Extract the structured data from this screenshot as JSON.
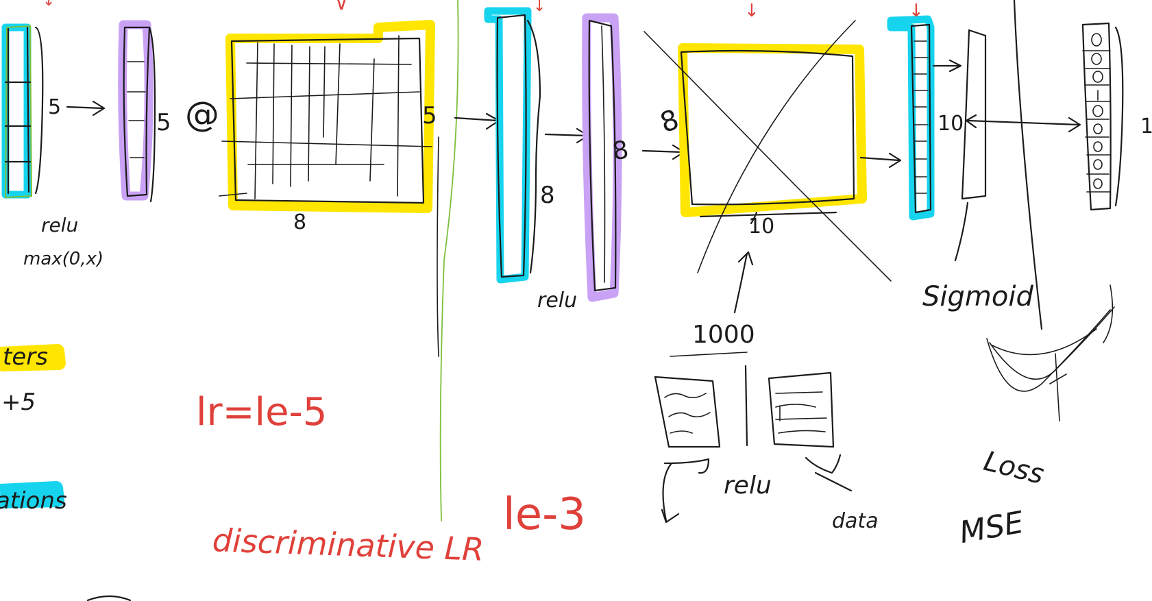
{
  "notes": {
    "dim_5_a": "5",
    "dim_5_b": "5",
    "dim_5_c": "5",
    "dim_8_a": "8",
    "dim_8_b": "8",
    "dim_8_c": "8",
    "dim_8_d": "8",
    "dim_10_a": "10",
    "dim_10_b": "10",
    "dim_10_c": "1(",
    "dim_1000": "1000",
    "matmul": "@",
    "relu_1": "relu",
    "max_fn": "max(0,x)",
    "relu_2": "relu",
    "relu_3": "relu",
    "sigmoid": "Sigmoid",
    "loss": "Loss",
    "mse": "MSE",
    "data": "data",
    "lr": "lr=le-5",
    "le3": "le-3",
    "disc_lr": "discriminative LR",
    "params_partial": "ters",
    "plus5_partial": "+5",
    "act_partial": "ations"
  },
  "colors": {
    "parameters_highlight": "#ffe600",
    "activations_highlight": "#17d4ee",
    "relu_highlight": "#caa2f5",
    "annotation_red": "#e0403a",
    "divider_green": "#7cbf3a",
    "ink": "#1b1b1b"
  }
}
